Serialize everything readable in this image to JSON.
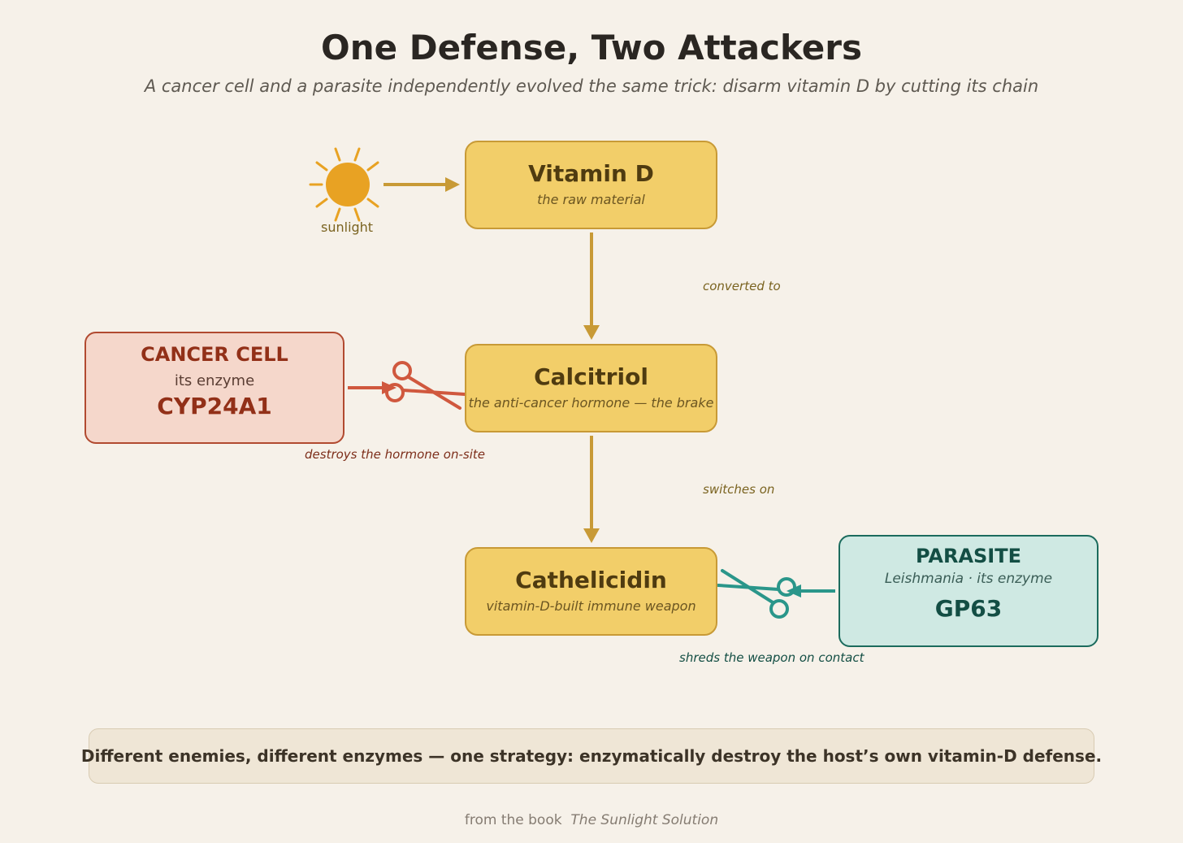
{
  "title": "One Defense, Two Attackers",
  "subtitle": "A cancer cell and a parasite independently evolved the same trick: disarm vitamin D by cutting its chain",
  "sunlight_label": "sunlight",
  "nodes": {
    "vitamin_d": {
      "title": "Vitamin D",
      "subtitle": "the raw material"
    },
    "calcitriol": {
      "title": "Calcitriol",
      "subtitle": "the anti-cancer hormone — the brake"
    },
    "cathelicidin": {
      "title": "Cathelicidin",
      "subtitle": "vitamin-D-built immune weapon"
    }
  },
  "edges": {
    "converted_to": "converted to",
    "switches_on": "switches on"
  },
  "cancer": {
    "title": "CANCER CELL",
    "enzyme_label": "its enzyme",
    "enzyme": "CYP24A1",
    "action": "destroys the hormone on-site"
  },
  "parasite": {
    "title": "PARASITE",
    "enzyme_label": "Leishmania · its enzyme",
    "enzyme": "GP63",
    "action": "shreds the weapon on contact"
  },
  "conclusion": "Different enemies, different enzymes — one strategy: enzymatically destroy the host’s own vitamin-D defense.",
  "footer": {
    "prefix": "from the book",
    "book": "The Sunlight Solution"
  },
  "colors": {
    "node_fill": "#f2ce69",
    "node_border": "#c89a36",
    "cancer": "#b14a30",
    "parasite": "#1b6b5d",
    "scissors_cancer": "#d0583e",
    "scissors_parasite": "#2a968a",
    "sun": "#e8a223"
  }
}
